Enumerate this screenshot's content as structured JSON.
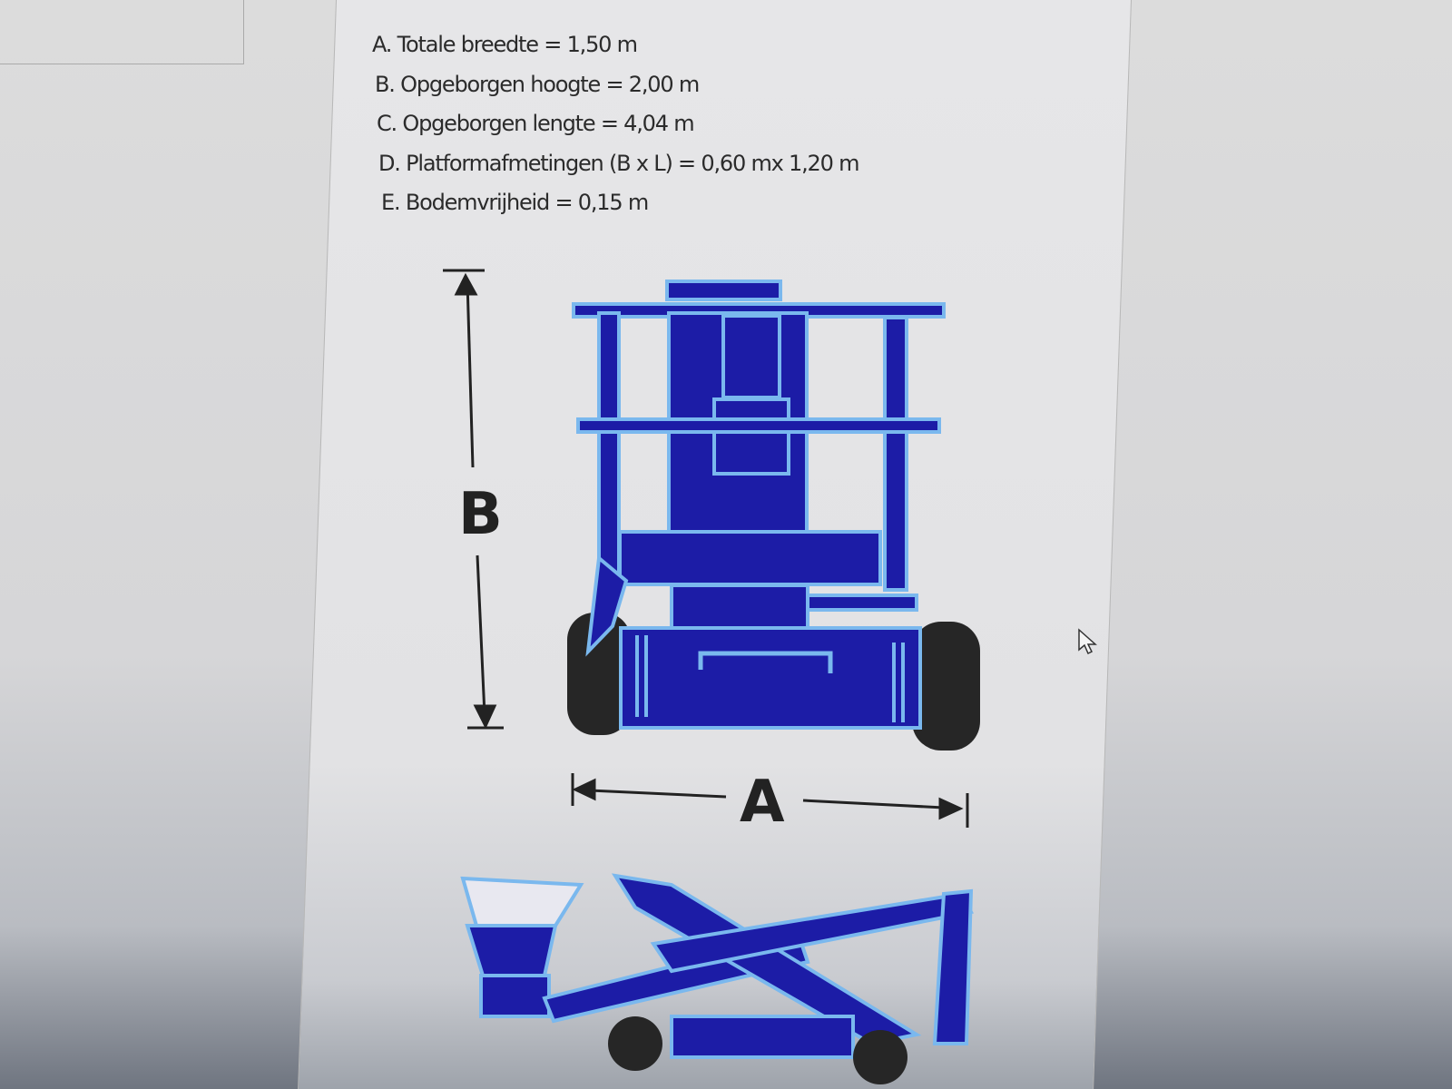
{
  "specs": [
    "A. Totale breedte = 1,50 m",
    "B. Opgeborgen hoogte = 2,00 m",
    "C. Opgeborgen lengte = 4,04 m",
    "D. Platformafmetingen (B x L) = 0,60 mx 1,20 m",
    "E. Bodemvrijheid = 0,15 m"
  ],
  "diagram": {
    "height_label": "B",
    "width_label": "A"
  },
  "colors": {
    "dark_blue": "#1c1ca6",
    "light_blue": "#7ab8ee",
    "tire": "#262626"
  }
}
